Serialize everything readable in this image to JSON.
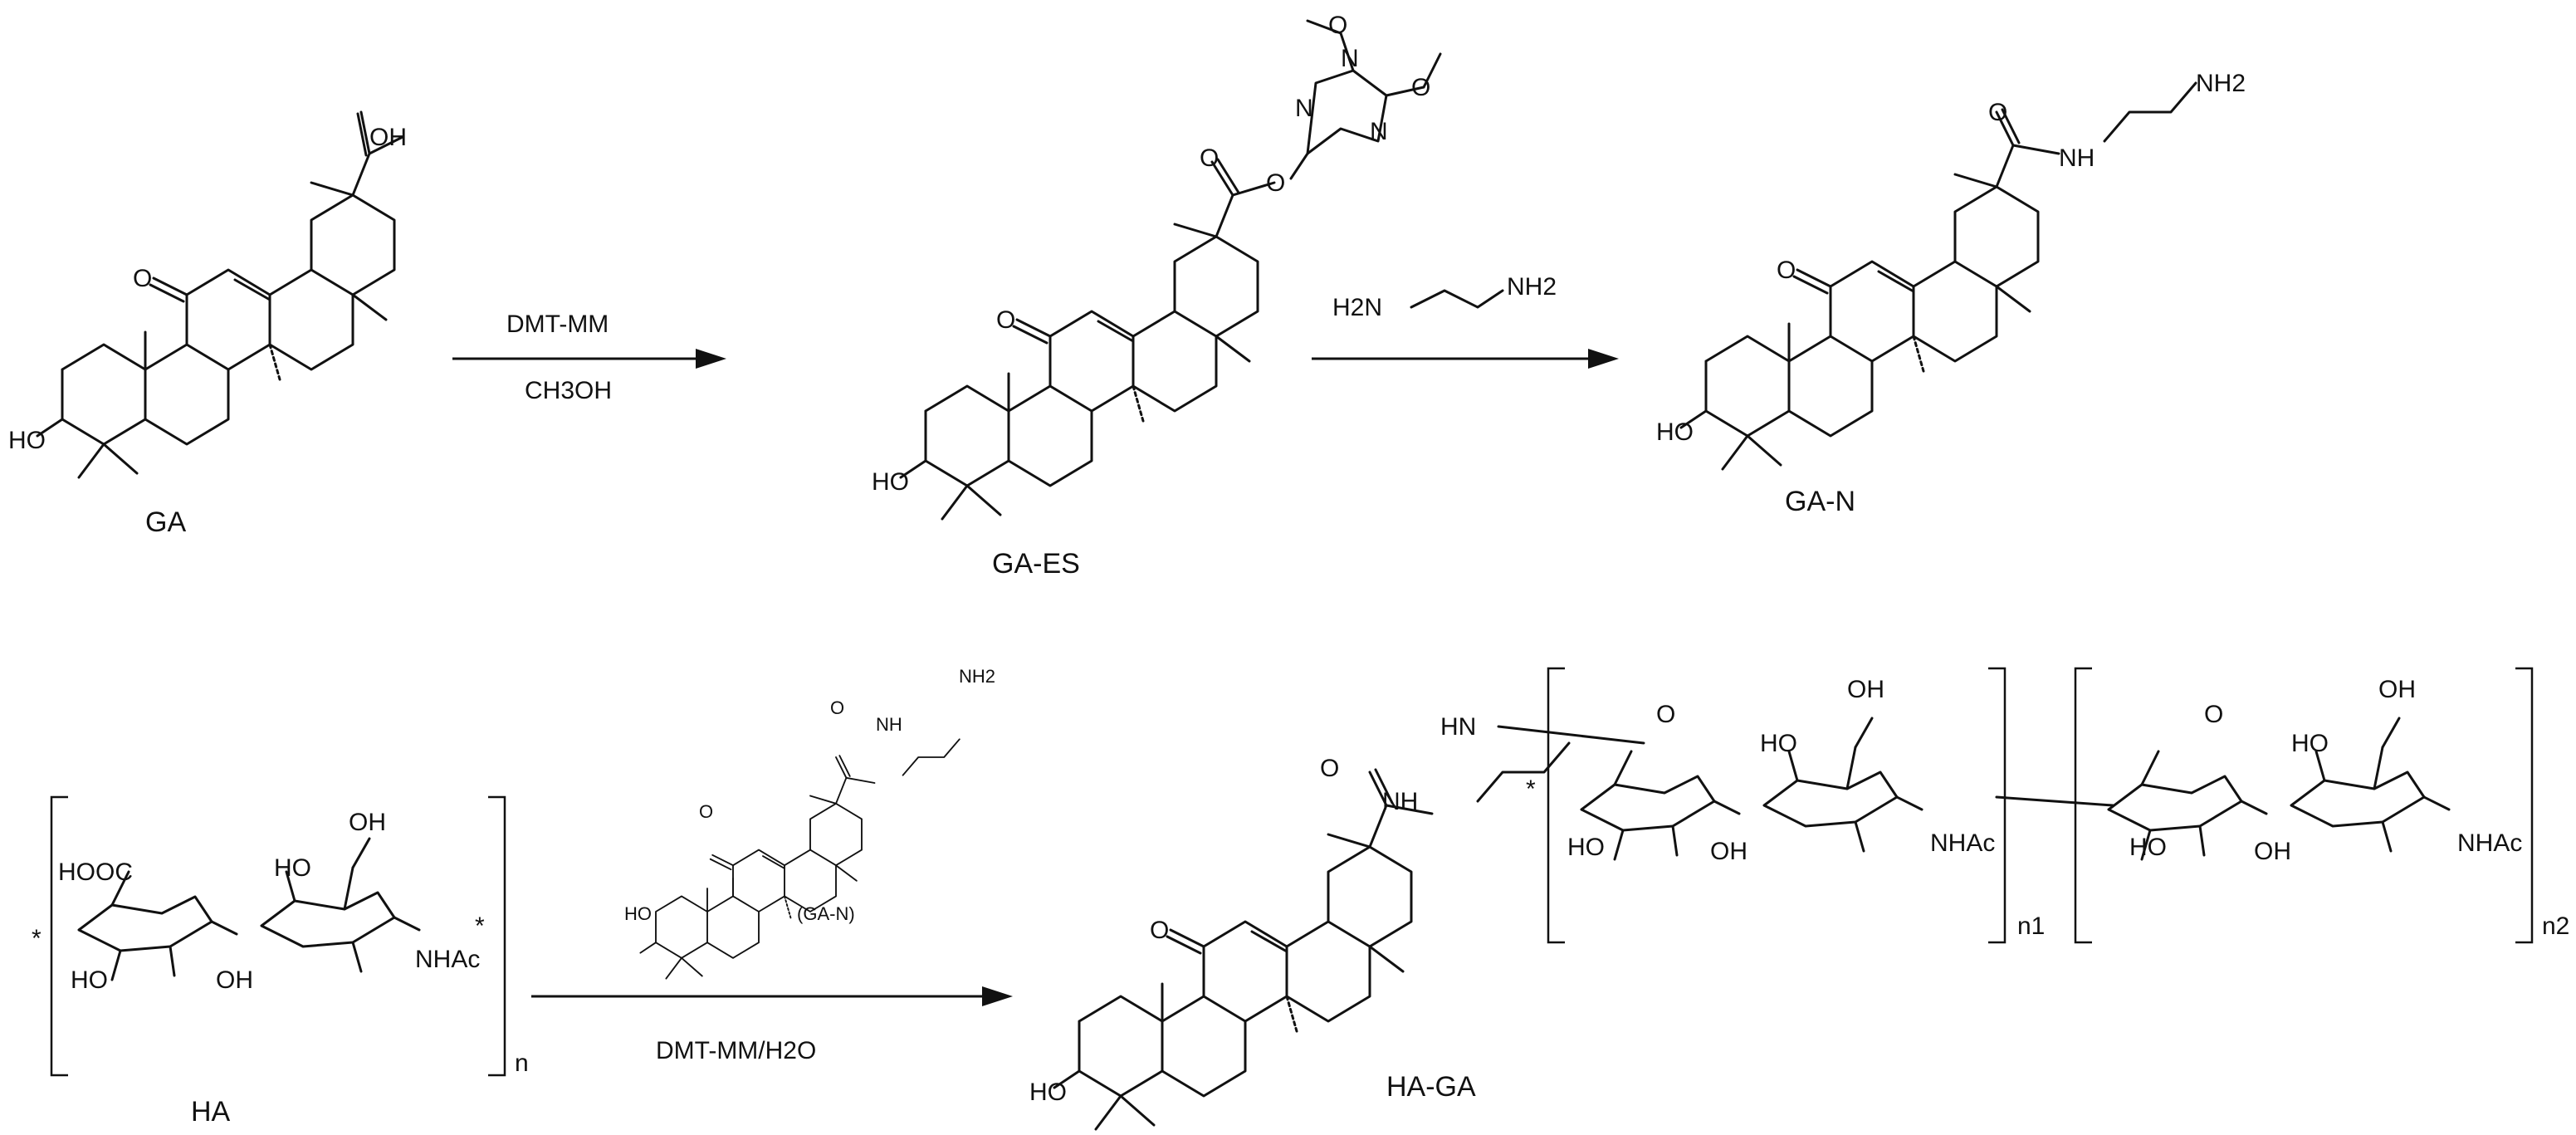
{
  "compounds": {
    "ga": "GA",
    "ga_es": "GA-ES",
    "ga_n": "GA-N",
    "ha": "HA",
    "ha_ga": "HA-GA",
    "ga_n_reagent": "(GA-N)"
  },
  "reactions": {
    "step1_reagent": "DMT-MM",
    "step1_solvent": "CH3OH",
    "step3_reagent": "DMT-MM/H2O"
  },
  "atoms": {
    "oh": "OH",
    "ho": "HO",
    "o": "O",
    "n": "N",
    "nh": "NH",
    "hn": "HN",
    "nh2": "NH2",
    "h2n": "H2N",
    "hooc": "HOOC",
    "nhac": "NHAc",
    "star": "*"
  },
  "repeat_units": {
    "n": "n",
    "n1": "n1",
    "n2": "n2"
  }
}
